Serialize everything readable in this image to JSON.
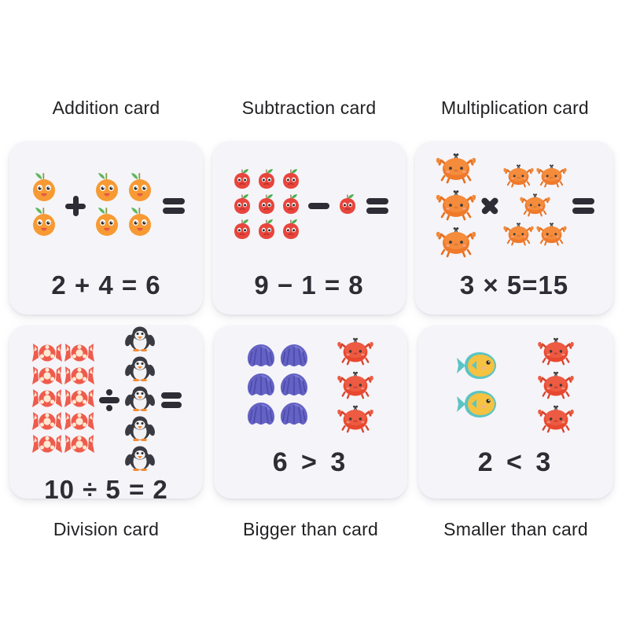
{
  "page": {
    "background": "#ffffff",
    "card_background": "#f5f4f8",
    "text_color": "#222124",
    "equation_color": "#2e2d35"
  },
  "cards": [
    {
      "id": "addition-card",
      "label": "Addition card",
      "label_position": "top",
      "equation": "2 + 4 = 6",
      "operator": "+",
      "left_count": 2,
      "right_count": 4,
      "result": 6,
      "left_item": "orange-fruit",
      "right_item": "orange-fruit",
      "item_color": "#f79a33",
      "leaf_color": "#5cb85c"
    },
    {
      "id": "subtraction-card",
      "label": "Subtraction card",
      "label_position": "top",
      "equation": "9 − 1 = 8",
      "operator": "−",
      "left_count": 9,
      "right_count": 1,
      "result": 8,
      "left_item": "apple-fruit",
      "right_item": "apple-fruit",
      "item_color": "#e8453c",
      "leaf_color": "#4caf50"
    },
    {
      "id": "multiplication-card",
      "label": "Multiplication card",
      "label_position": "top",
      "equation": "3 × 5=15",
      "operator": "×",
      "left_count": 3,
      "right_count": 5,
      "result": 15,
      "left_item": "orange-crab",
      "right_item": "orange-crab",
      "item_color": "#ef7a2a",
      "leaf_color": ""
    },
    {
      "id": "division-card",
      "label": "Division card",
      "label_position": "bottom",
      "equation": "10 ÷ 5 = 2",
      "operator": "÷",
      "left_count": 10,
      "right_count": 5,
      "result": 2,
      "left_item": "red-candy",
      "right_item": "penguin",
      "item_color": "#ef5b4c",
      "leaf_color": ""
    },
    {
      "id": "bigger-than-card",
      "label": "Bigger than card",
      "label_position": "bottom",
      "equation": "6  >  3",
      "operator": ">",
      "left_count": 6,
      "right_count": 3,
      "result": null,
      "left_item": "blue-shell",
      "right_item": "red-crab",
      "item_color": "#6462c4",
      "leaf_color": ""
    },
    {
      "id": "smaller-than-card",
      "label": "Smaller than card",
      "label_position": "bottom",
      "equation": "2  <  3",
      "operator": "<",
      "left_count": 2,
      "right_count": 3,
      "result": null,
      "left_item": "yellow-fish",
      "right_item": "red-crab",
      "item_color": "#f5c242",
      "leaf_color": "#5bc4c4"
    }
  ]
}
